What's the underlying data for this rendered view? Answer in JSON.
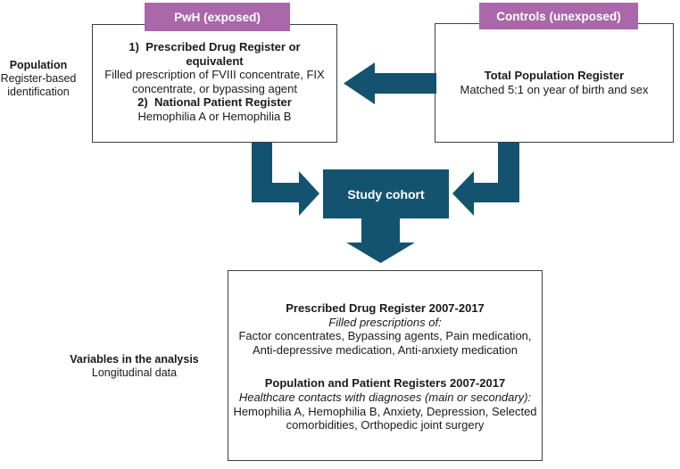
{
  "colors": {
    "teal": "#14536F",
    "purple": "#AA67A9",
    "border": "#3E3E3E",
    "text": "#1A1A1A"
  },
  "side_labels": {
    "population": {
      "title": "Population",
      "subtitle": "Register-based identification"
    },
    "variables": {
      "title": "Variables in the analysis",
      "subtitle": "Longitudinal data"
    }
  },
  "exposed": {
    "header": "PwH (exposed)",
    "point1_title": "1)  Prescribed Drug Register or equivalent",
    "point1_body": "Filled prescription of FVIII concentrate, FIX concentrate, or bypassing agent",
    "point2_title": "2)  National Patient Register",
    "point2_body": "Hemophilia A or Hemophilia B"
  },
  "controls": {
    "header": "Controls (unexposed)",
    "title": "Total Population Register",
    "body": "Matched 5:1 on year of birth and sex"
  },
  "cohort": {
    "label": "Study cohort"
  },
  "analysis_box": {
    "drug_register": {
      "title": "Prescribed Drug Register 2007-2017",
      "subtitle": "Filled prescriptions of:",
      "body": "Factor concentrates, Bypassing agents, Pain medication, Anti-depressive medication, Anti-anxiety medication"
    },
    "patient_registers": {
      "title": "Population and Patient Registers 2007-2017",
      "subtitle": "Healthcare contacts with diagnoses (main or secondary):",
      "body": "Hemophilia A, Hemophilia B, Anxiety, Depression, Selected comorbidities, Orthopedic joint surgery"
    }
  },
  "icons": {
    "arrow_left": "left-arrow",
    "elbow_arrow_left": "elbow-arrow-down-right",
    "elbow_arrow_right": "elbow-arrow-down-left",
    "arrow_down": "down-arrow"
  }
}
